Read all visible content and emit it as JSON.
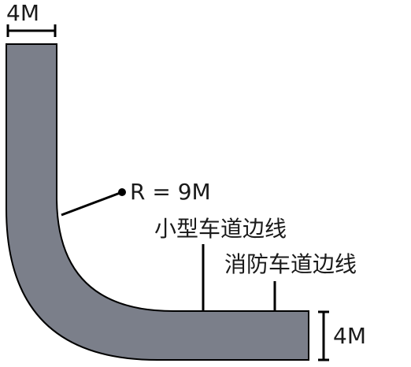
{
  "diagram": {
    "dim_top_label": "4M",
    "radius_label": "R = 9M",
    "small_vehicle_edge_label": "小型车道边线",
    "fire_lane_edge_label": "消防车道边线",
    "dim_right_label": "4M",
    "colors": {
      "road_fill": "#7b7f8a",
      "road_stroke": "#000000",
      "line": "#000000",
      "text": "#1a1a1a",
      "background": "#ffffff"
    }
  }
}
